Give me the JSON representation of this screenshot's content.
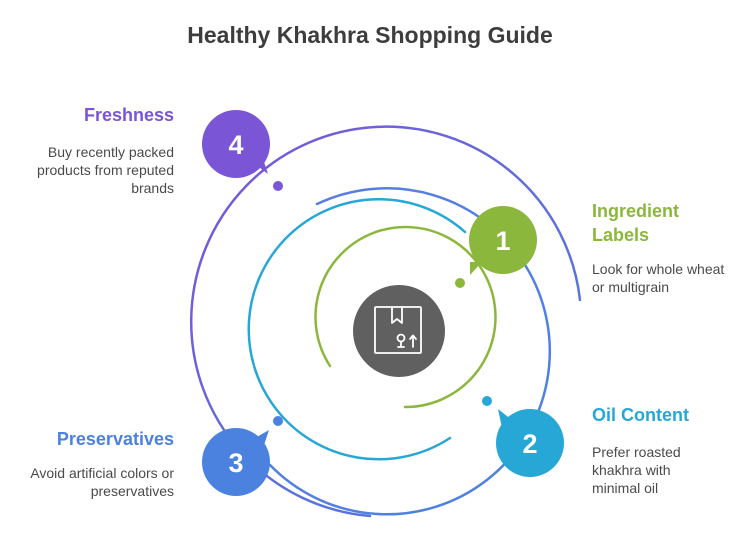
{
  "title": "Healthy Khakhra Shopping Guide",
  "center": {
    "icon": "package-box-icon",
    "color": "#606060"
  },
  "steps": [
    {
      "number": "1",
      "title": "Ingredient Labels",
      "description": "Look for whole wheat or multigrain",
      "color": "#8bb73d"
    },
    {
      "number": "2",
      "title": "Oil Content",
      "description": "Prefer roasted khakhra with minimal oil",
      "color": "#27a7d6"
    },
    {
      "number": "3",
      "title": "Preservatives",
      "description": "Avoid artificial colors or preservatives",
      "color": "#4b82e0"
    },
    {
      "number": "4",
      "title": "Freshness",
      "description": "Buy recently packed products from reputed brands",
      "color": "#7a55d6"
    }
  ]
}
